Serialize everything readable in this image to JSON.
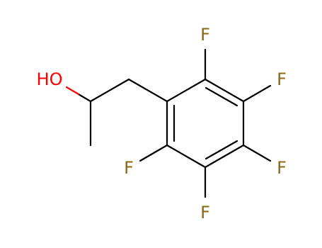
{
  "molecule": {
    "atoms": [
      {
        "id": "F_top",
        "symbol": "F",
        "color": "#8a6a10"
      },
      {
        "id": "F_upper_right",
        "symbol": "F",
        "color": "#8a6a10"
      },
      {
        "id": "F_lower_right",
        "symbol": "F",
        "color": "#8a6a10"
      },
      {
        "id": "F_bottom",
        "symbol": "F",
        "color": "#8a6a10"
      },
      {
        "id": "F_left",
        "symbol": "F",
        "color": "#8a6a10"
      },
      {
        "id": "O_hydroxyl",
        "symbol": "HO",
        "color": "#ff0000"
      }
    ],
    "colors": {
      "bond": "#000000",
      "fluorine": "#8a6a10",
      "oxygen": "#ff0000"
    }
  }
}
